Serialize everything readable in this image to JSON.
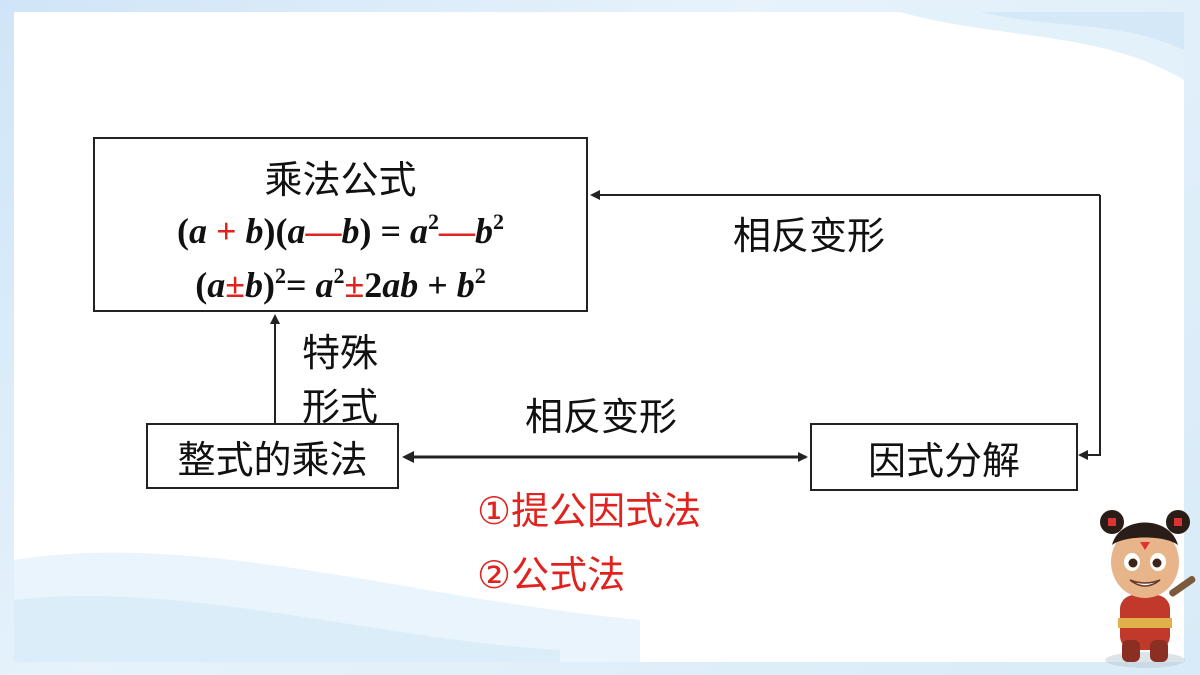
{
  "formula_box": {
    "title": "乘法公式",
    "line1": {
      "p1": "(",
      "a1": "a",
      "op1": " + ",
      "b1": "b",
      "p2": ")(",
      "a2": "a",
      "op2": "—",
      "b2": "b",
      "p3": ") = ",
      "a3": "a",
      "exp1": "2",
      "op3": "—",
      "b3": "b",
      "exp2": "2"
    },
    "line2": {
      "p1": "(",
      "a1": "a",
      "op1": "±",
      "b1": "b",
      "p2": ")",
      "exp1": "2",
      "eq": "= ",
      "a2": "a",
      "exp2": "2",
      "op2": "±",
      "two": "2",
      "ab": "ab",
      "plus": " + ",
      "b2": "b",
      "exp3": "2"
    }
  },
  "multiply_box": {
    "label": "整式的乘法"
  },
  "factor_box": {
    "label": "因式分解"
  },
  "labels": {
    "top_arrow": "相反变形",
    "middle_arrow": "相反变形",
    "special_line1": "特殊",
    "special_line2": "形式"
  },
  "methods": [
    "①提公因式法",
    "②公式法"
  ],
  "colors": {
    "accent_red": "#e0231f",
    "frame_blue": "#cfe5f7",
    "line": "#222222"
  },
  "icons": {
    "mascot": "cartoon-character-icon"
  }
}
